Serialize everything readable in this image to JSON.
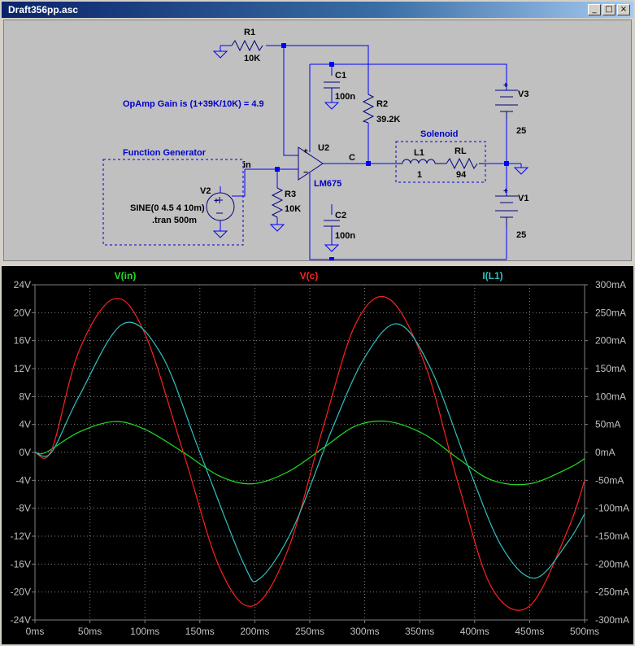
{
  "window": {
    "title": "Draft356pp.asc",
    "buttons": {
      "minimize": "_",
      "maximize": "□",
      "close": "×"
    }
  },
  "schematic": {
    "gain_note": "OpAmp Gain is (1+39K/10K) = 4.9",
    "function_generator_label": "Function Generator",
    "solenoid_label": "Solenoid",
    "source_params": "SINE(0 4.5 4 10m)",
    "tran_directive": ".tran 500m",
    "node_in": "in",
    "node_c": "C",
    "components": {
      "R1": {
        "name": "R1",
        "value": "10K"
      },
      "R2": {
        "name": "R2",
        "value": "39.2K"
      },
      "R3": {
        "name": "R3",
        "value": "10K"
      },
      "RL": {
        "name": "RL",
        "value": "94"
      },
      "C1": {
        "name": "C1",
        "value": "100n"
      },
      "C2": {
        "name": "C2",
        "value": "100n"
      },
      "L1": {
        "name": "L1",
        "value": "1"
      },
      "V1": {
        "name": "V1",
        "value": "25"
      },
      "V2": {
        "name": "V2"
      },
      "V3": {
        "name": "V3",
        "value": "25"
      },
      "U2": {
        "name": "U2",
        "model": "LM675"
      }
    },
    "colors": {
      "wire": "#0000ff",
      "component": "#000080",
      "text": "#0000cc"
    }
  },
  "chart_data": {
    "type": "line",
    "x": {
      "label": "",
      "range": [
        0,
        500
      ],
      "ticks": [
        "0ms",
        "50ms",
        "100ms",
        "150ms",
        "200ms",
        "250ms",
        "300ms",
        "350ms",
        "400ms",
        "450ms",
        "500ms"
      ]
    },
    "y_left": {
      "range": [
        -24,
        24
      ],
      "ticks": [
        "24V",
        "20V",
        "16V",
        "12V",
        "8V",
        "4V",
        "0V",
        "-4V",
        "-8V",
        "-12V",
        "-16V",
        "-20V",
        "-24V"
      ]
    },
    "y_right": {
      "range": [
        -300,
        300
      ],
      "ticks": [
        "300mA",
        "250mA",
        "200mA",
        "150mA",
        "100mA",
        "50mA",
        "0mA",
        "-50mA",
        "-100mA",
        "-150mA",
        "-200mA",
        "-250mA",
        "-300mA"
      ]
    },
    "grid": true,
    "series": [
      {
        "name": "V(in)",
        "color": "#22dd22",
        "axis": "left",
        "t": [
          0,
          10,
          40,
          72,
          100,
          135,
          168,
          198,
          230,
          262,
          292,
          322,
          355,
          386,
          416,
          450,
          485,
          500
        ],
        "y": [
          0,
          0,
          2.9,
          4.4,
          3.3,
          0,
          -3.4,
          -4.5,
          -2.8,
          0.6,
          3.8,
          4.4,
          2.5,
          -1.0,
          -4.0,
          -4.5,
          -2.3,
          -0.9
        ]
      },
      {
        "name": "V(c)",
        "color": "#ff2020",
        "axis": "left",
        "t": [
          0,
          15,
          40,
          72,
          100,
          135,
          168,
          198,
          230,
          262,
          292,
          322,
          355,
          386,
          416,
          450,
          485,
          500
        ],
        "y": [
          0,
          0.3,
          14.5,
          22.0,
          17.0,
          0,
          -16.5,
          -22.0,
          -14.0,
          3.5,
          18.5,
          22.0,
          12.5,
          -5.0,
          -19.5,
          -22.0,
          -11.0,
          -4.0
        ]
      },
      {
        "name": "I(L1)",
        "color": "#30c0c0",
        "axis": "right",
        "t": [
          0,
          15,
          40,
          80,
          115,
          150,
          190,
          205,
          235,
          270,
          300,
          330,
          360,
          395,
          425,
          455,
          485,
          500
        ],
        "y": [
          0,
          0,
          100,
          230,
          175,
          0,
          -200,
          -225,
          -135,
          40,
          170,
          230,
          150,
          -30,
          -170,
          -225,
          -160,
          -110
        ]
      }
    ]
  }
}
